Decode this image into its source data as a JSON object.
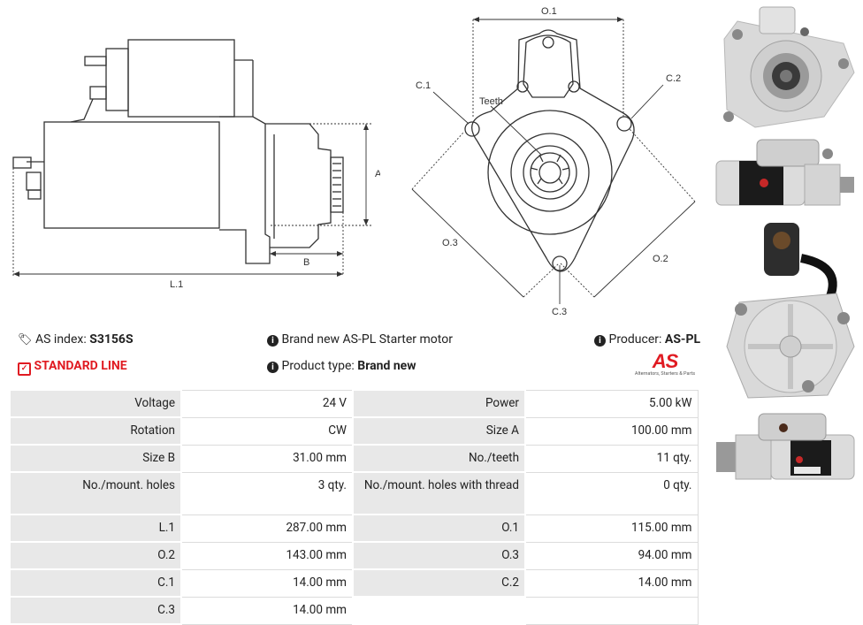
{
  "drawing_labels": {
    "side": {
      "A": "A",
      "B": "B",
      "L1": "L.1"
    },
    "front": {
      "O1": "O.1",
      "O2": "O.2",
      "O3": "O.3",
      "C1": "C.1",
      "C2": "C.2",
      "C3": "C.3",
      "teeth": "Teeth"
    }
  },
  "info": {
    "as_index_label": "AS index:",
    "as_index_value": "S3156S",
    "standard_line": "STANDARD LINE",
    "brand_new_text": "Brand new AS-PL Starter motor",
    "product_type_label": "Product type:",
    "product_type_value": "Brand new",
    "producer_label": "Producer:",
    "producer_value": "AS-PL",
    "logo_text": "AS",
    "logo_tagline": "Alternators, Starters & Parts"
  },
  "colors": {
    "accent": "#e01b22",
    "key_bg": "#e8e8e8"
  },
  "specs": [
    {
      "k1": "Voltage",
      "v1": "24 V",
      "k2": "Power",
      "v2": "5.00 kW"
    },
    {
      "k1": "Rotation",
      "v1": "CW",
      "k2": "Size A",
      "v2": "100.00 mm"
    },
    {
      "k1": "Size B",
      "v1": "31.00 mm",
      "k2": "No./teeth",
      "v2": "11 qty."
    },
    {
      "k1": "No./mount. holes",
      "v1": "3 qty.",
      "k2": "No./mount. holes with thread",
      "v2": "0 qty."
    },
    {
      "k1": "L.1",
      "v1": "287.00 mm",
      "k2": "O.1",
      "v2": "115.00 mm"
    },
    {
      "k1": "O.2",
      "v1": "143.00 mm",
      "k2": "O.3",
      "v2": "94.00 mm"
    },
    {
      "k1": "C.1",
      "v1": "14.00 mm",
      "k2": "C.2",
      "v2": "14.00 mm"
    },
    {
      "k1": "C.3",
      "v1": "14.00 mm",
      "k2": "",
      "v2": ""
    }
  ]
}
